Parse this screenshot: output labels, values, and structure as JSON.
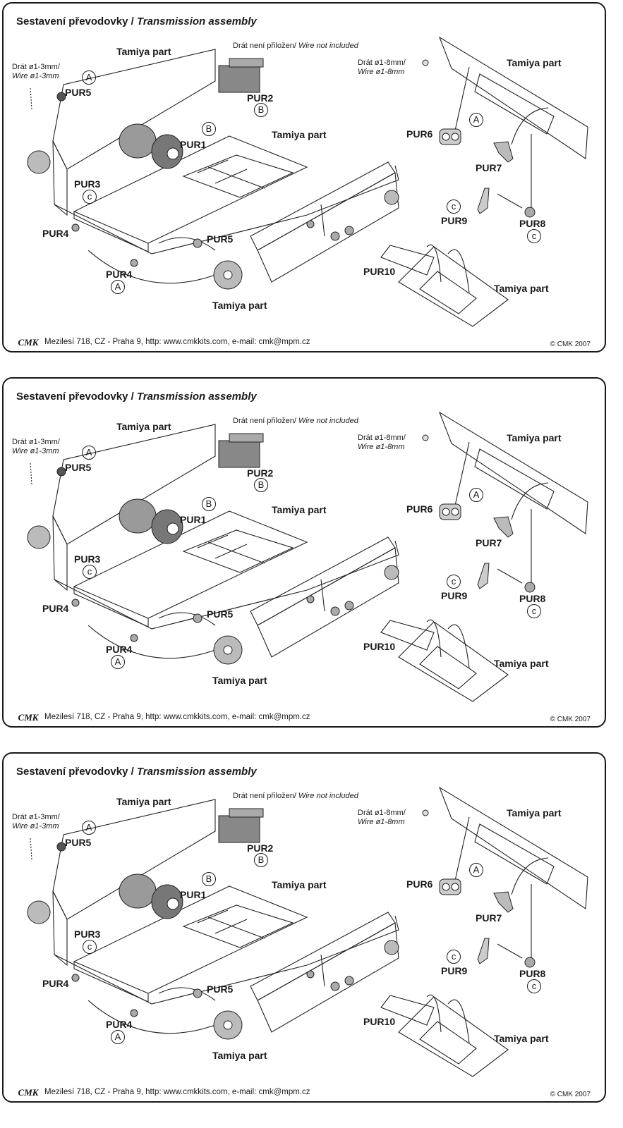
{
  "title_cs": "Sestavení převodovky / ",
  "title_en": "Transmission assembly",
  "wire_note_cs": "Drát není přiložen/ ",
  "wire_note_en": "Wire not included",
  "wire_left_cs": "Drát ø1-3mm/",
  "wire_left_en": "Wire ø1-3mm",
  "wire_right_cs": "Drát ø1-8mm/",
  "wire_right_en": "Wire ø1-8mm",
  "tamiya_part": "Tamiya part",
  "parts": {
    "pur1": "PUR1",
    "pur2": "PUR2",
    "pur3": "PUR3",
    "pur4": "PUR4",
    "pur5": "PUR5",
    "pur6": "PUR6",
    "pur7": "PUR7",
    "pur8": "PUR8",
    "pur9": "PUR9",
    "pur10": "PUR10"
  },
  "markers": {
    "a": "A",
    "b": "B",
    "c": "c"
  },
  "logo_text": "CMK",
  "footer_address": "Mezilesí 718, CZ - Praha 9,  http: www.cmkkits.com, e-mail: cmk@mpm.cz",
  "copyright": "© CMK 2007",
  "sheet_count": 3
}
